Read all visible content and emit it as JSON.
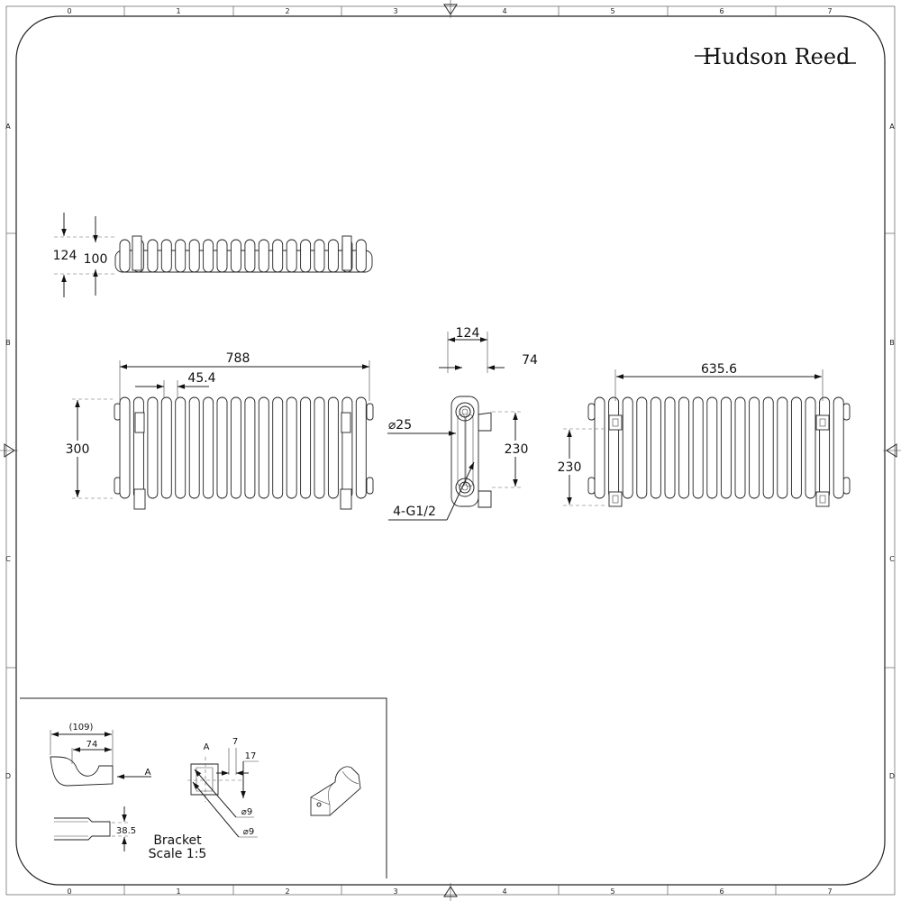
{
  "brand": {
    "name": "Hudson Reed"
  },
  "grid_labels": {
    "columns": [
      "0",
      "1",
      "2",
      "3",
      "4",
      "5",
      "6",
      "7"
    ],
    "rows": [
      "A",
      "B",
      "C",
      "D"
    ]
  },
  "top_view": {
    "depth": "124",
    "inner_depth": "100"
  },
  "front_view": {
    "width": "788",
    "section_pitch": "45.4",
    "height": "300"
  },
  "side_view": {
    "depth": "124",
    "bracket_offset": "74",
    "pipe_diameter": "⌀25",
    "connections": "4-G1/2",
    "centres": "230"
  },
  "rear_view": {
    "bracket_span": "635.6",
    "centres": "230"
  },
  "bracket_detail": {
    "width_ref": "(109)",
    "width": "74",
    "view_marker": "A",
    "view_marker_2": "A",
    "height": "38.5",
    "slot_width": "7",
    "slot_offset": "17",
    "hole_1": "⌀9",
    "hole_2": "⌀9",
    "caption_line1": "Bracket",
    "caption_line2": "Scale 1:5"
  }
}
